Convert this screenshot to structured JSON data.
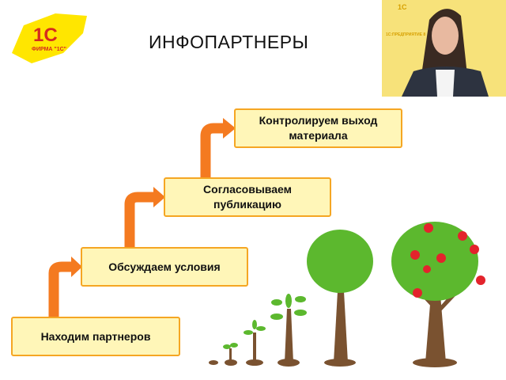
{
  "slide": {
    "title": "ИНФОПАРТНЕРЫ",
    "logo_text": "1С ФИРМА \"1С\"",
    "steps": [
      {
        "label": "Находим партнеров"
      },
      {
        "label": "Обсуждаем условия"
      },
      {
        "label": "Согласовываем публикацию"
      },
      {
        "label": "Контролируем выход материала"
      }
    ]
  },
  "webcam": {
    "backdrop_text": "1С:ПРЕДПРИЯТИЕ 8"
  },
  "colors": {
    "accent": "#f47a20",
    "box_fill": "#fff6b8",
    "box_border": "#f5a623",
    "logo_yellow": "#ffe600",
    "logo_red": "#d52b1e"
  }
}
